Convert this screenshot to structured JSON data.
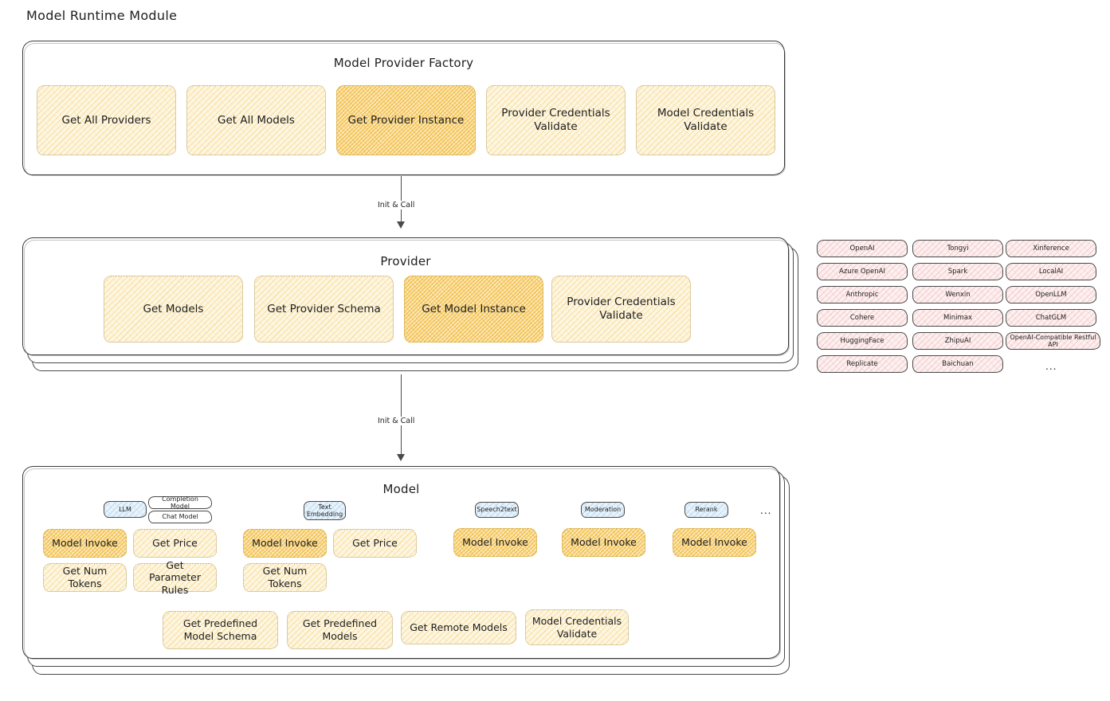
{
  "page": {
    "title": "Model Runtime Module"
  },
  "factory": {
    "title": "Model Provider Factory",
    "nodes": [
      {
        "label": "Get All Providers",
        "highlight": false
      },
      {
        "label": "Get All Models",
        "highlight": false
      },
      {
        "label": "Get Provider Instance",
        "highlight": true
      },
      {
        "label": "Provider Credentials Validate",
        "highlight": false
      },
      {
        "label": "Model Credentials Validate",
        "highlight": false
      }
    ]
  },
  "arrows": [
    {
      "label": "Init & Call"
    },
    {
      "label": "Init & Call"
    }
  ],
  "provider": {
    "title": "Provider",
    "nodes": [
      {
        "label": "Get Models",
        "highlight": false
      },
      {
        "label": "Get Provider Schema",
        "highlight": false
      },
      {
        "label": "Get Model Instance",
        "highlight": true
      },
      {
        "label": "Provider Credentials Validate",
        "highlight": false
      }
    ]
  },
  "provider_list": {
    "columns": [
      {
        "items": [
          "OpenAI",
          "Azure OpenAI",
          "Anthropic",
          "Cohere",
          "HuggingFace",
          "Replicate"
        ]
      },
      {
        "items": [
          "Tongyi",
          "Spark",
          "Wenxin",
          "Minimax",
          "ZhipuAI",
          "Baichuan"
        ]
      },
      {
        "items": [
          "Xinference",
          "LocalAI",
          "OpenLLM",
          "ChatGLM",
          "OpenAI-Compatible Restful API"
        ]
      }
    ],
    "more": "..."
  },
  "model": {
    "title": "Model",
    "more": "...",
    "types": [
      {
        "badge": "LLM",
        "subbadges": [
          "Completion Model",
          "Chat Model"
        ],
        "nodes": [
          {
            "label": "Model Invoke",
            "highlight": true
          },
          {
            "label": "Get Price",
            "highlight": false
          },
          {
            "label": "Get Num Tokens",
            "highlight": false
          },
          {
            "label": "Get Parameter Rules",
            "highlight": false
          }
        ]
      },
      {
        "badge": "Text Embedding",
        "subbadges": [],
        "nodes": [
          {
            "label": "Model Invoke",
            "highlight": true
          },
          {
            "label": "Get Price",
            "highlight": false
          },
          {
            "label": "Get Num Tokens",
            "highlight": false
          }
        ]
      },
      {
        "badge": "Speech2text",
        "subbadges": [],
        "nodes": [
          {
            "label": "Model Invoke",
            "highlight": true
          }
        ]
      },
      {
        "badge": "Moderation",
        "subbadges": [],
        "nodes": [
          {
            "label": "Model Invoke",
            "highlight": true
          }
        ]
      },
      {
        "badge": "Rerank",
        "subbadges": [],
        "nodes": [
          {
            "label": "Model Invoke",
            "highlight": true
          }
        ]
      }
    ],
    "common_nodes": [
      {
        "label": "Get Predefined Model Schema"
      },
      {
        "label": "Get Predefined Models"
      },
      {
        "label": "Get Remote Models"
      },
      {
        "label": "Model Credentials Validate"
      }
    ]
  },
  "colors": {
    "node_fill": "#fdf6e3",
    "node_highlight_fill": "#fbe9bf",
    "provider_pill_fill": "#fdf0f0",
    "badge_fill": "#e9f3fb",
    "stroke": "#3b3b3b"
  }
}
